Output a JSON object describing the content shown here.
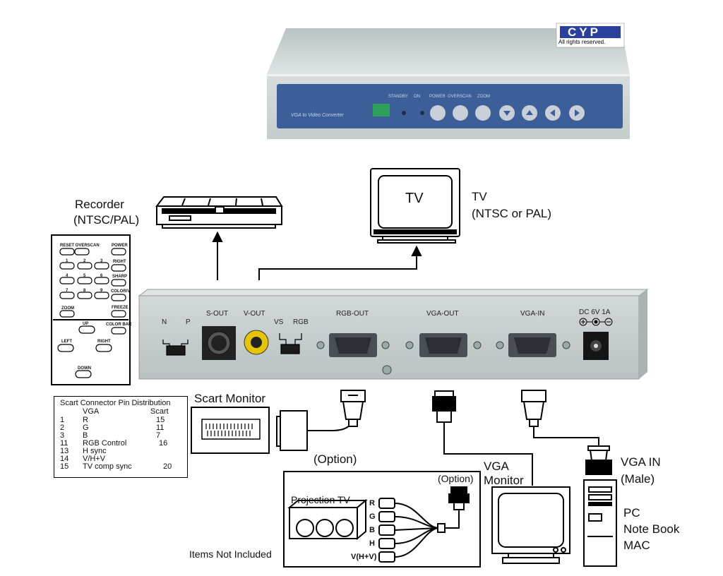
{
  "logo": {
    "brand": "CYP",
    "rights": "All rights reserved."
  },
  "device_front": {
    "model_label": "VGA to Video Converter",
    "indicator_labels": [
      "STANDBY",
      "ON",
      "POWER",
      "OVERSCAN",
      "ZOOM"
    ]
  },
  "devices": {
    "recorder": {
      "line1": "Recorder",
      "line2": "(NTSC/PAL)"
    },
    "tv": {
      "screen_text": "TV",
      "line1": "TV",
      "line2": "(NTSC or PAL)"
    },
    "scart_monitor": "Scart Monitor",
    "option_scart": "(Option)",
    "option_projection": "(Option)",
    "vga_monitor": {
      "line1": "VGA",
      "line2": "Monitor"
    },
    "vga_in": {
      "line1": "VGA IN",
      "line2": "(Male)"
    },
    "pc": {
      "line1": "PC",
      "line2": "Note Book",
      "line3": "MAC"
    },
    "projection_tv": "Projection TV",
    "items_not_included": "Items Not Included",
    "rgbhv": [
      "R",
      "G",
      "B",
      "H",
      "V(H+V)"
    ]
  },
  "back_panel": {
    "np_switch": [
      "N",
      "P"
    ],
    "s_out": "S-OUT",
    "v_out": "V-OUT",
    "vs_rgb": [
      "VS",
      "RGB"
    ],
    "rgb_out": "RGB-OUT",
    "vga_out": "VGA-OUT",
    "vga_in": "VGA-IN",
    "dc": "DC 6V 1A"
  },
  "remote": {
    "labels": [
      "RESET OVERSCAN",
      "POWER",
      "1",
      "2",
      "3",
      "RIGHT",
      "4",
      "5",
      "6",
      "SHARP",
      "7",
      "8",
      "9",
      "COLOR/V",
      "ZOOM",
      "FREEZE",
      "UP",
      "COLOR BAR",
      "LEFT",
      "RIGHT",
      "DOWN"
    ]
  },
  "scart_table": {
    "title": "Scart Connector Pin Distribution",
    "headers": {
      "vga": "VGA",
      "scart": "Scart"
    },
    "rows": [
      {
        "pin": "1",
        "signal": "R",
        "scart": "15"
      },
      {
        "pin": "2",
        "signal": "G",
        "scart": "11"
      },
      {
        "pin": "3",
        "signal": "B",
        "scart": "7"
      },
      {
        "pin": "11",
        "signal": "RGB Control",
        "scart": "16"
      },
      {
        "pin": "13",
        "signal": "H sync",
        "scart": ""
      },
      {
        "pin": "14",
        "signal": "V/H+V",
        "scart": ""
      },
      {
        "pin": "15",
        "signal": "TV comp sync",
        "scart": "20"
      }
    ]
  },
  "colors": {
    "front_panel": "#3d5f99",
    "chassis": "#cfd6d6",
    "logo_blue": "#2b3f9c"
  }
}
